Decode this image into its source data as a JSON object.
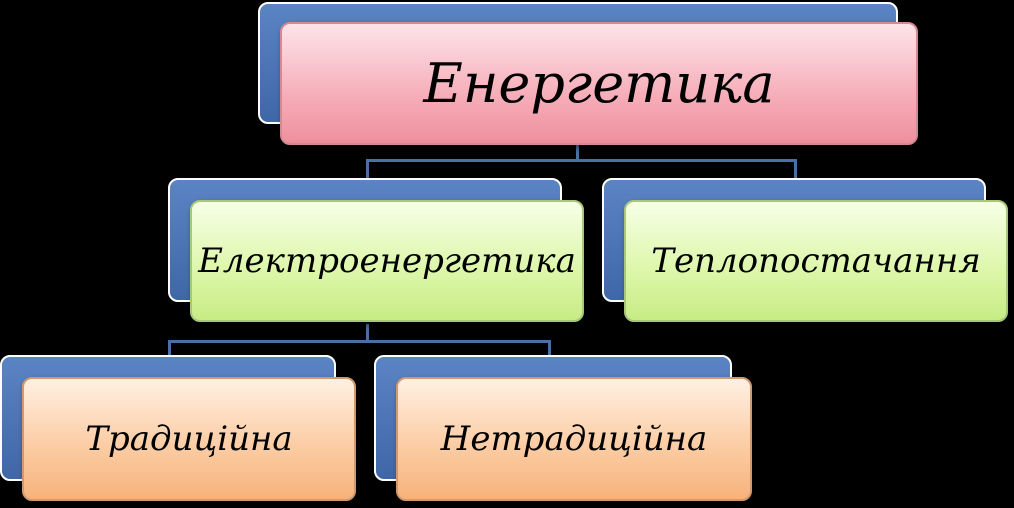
{
  "diagram": {
    "root": {
      "label": "Енергетика"
    },
    "level2": [
      {
        "label": "Електроенергетика"
      },
      {
        "label": "Теплопостачання"
      }
    ],
    "level3": [
      {
        "label": "Традиційна"
      },
      {
        "label": "Нетрадиційна"
      }
    ]
  },
  "colors": {
    "background": "#000000",
    "back_box": "#4f78b8",
    "connector": "#4a6fa5",
    "root_fill": "#f6aeb9",
    "level2_fill": "#dcf6a8",
    "level3_fill": "#fbcaa0"
  }
}
